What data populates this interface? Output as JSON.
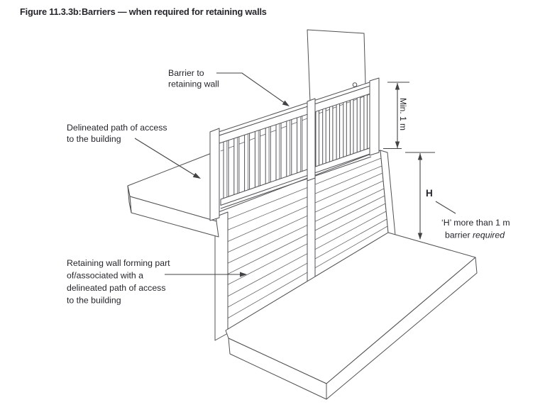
{
  "title": {
    "label": "Figure 11.3.3b:",
    "text": "Barriers — when required for retaining walls"
  },
  "labels": {
    "barrier": {
      "line1": "Barrier to",
      "line2": "retaining wall"
    },
    "path": {
      "line1": "Delineated path of access",
      "line2": "to the building"
    },
    "retaining": {
      "line1": "Retaining wall forming part",
      "line2": "of/associated with a",
      "line3": "delineated path of access",
      "line4": "to the building"
    },
    "dim_min": "Min. 1 m",
    "dim_h": "H",
    "note_h": {
      "line1": "‘H’ more than 1 m",
      "line2_normal": "barrier ",
      "line2_italic": "required"
    }
  },
  "colors": {
    "ink": "#26252b",
    "line": "#515154"
  }
}
